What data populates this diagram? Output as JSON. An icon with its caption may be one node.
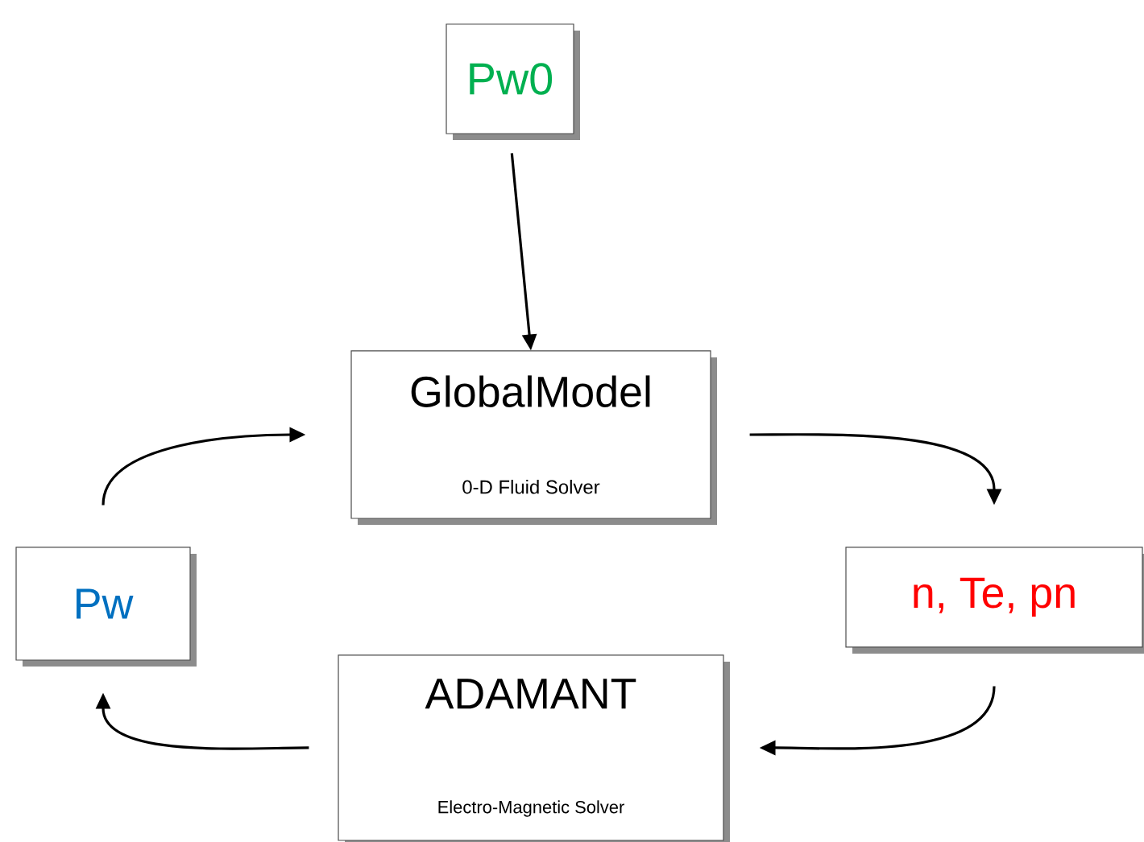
{
  "diagram": {
    "nodes": [
      {
        "text": [
          "Pw0"
        ]
      },
      {
        "text": [
          "GlobalModel",
          "0-D Fluid Solver"
        ]
      },
      {
        "text": [
          "n, Te, pn"
        ]
      },
      {
        "text": [
          "ADAMANT",
          "Electro-Magnetic Solver"
        ]
      },
      {
        "text": [
          "Pw"
        ]
      }
    ],
    "edges": [
      {
        "from": 0,
        "to": 1,
        "arrow": "to"
      },
      {
        "from": 1,
        "to": 2,
        "arrow": "to"
      },
      {
        "from": 2,
        "to": 3,
        "arrow": "to"
      },
      {
        "from": 3,
        "to": 4,
        "arrow": "to"
      },
      {
        "from": 4,
        "to": 1,
        "arrow": "to"
      }
    ]
  }
}
